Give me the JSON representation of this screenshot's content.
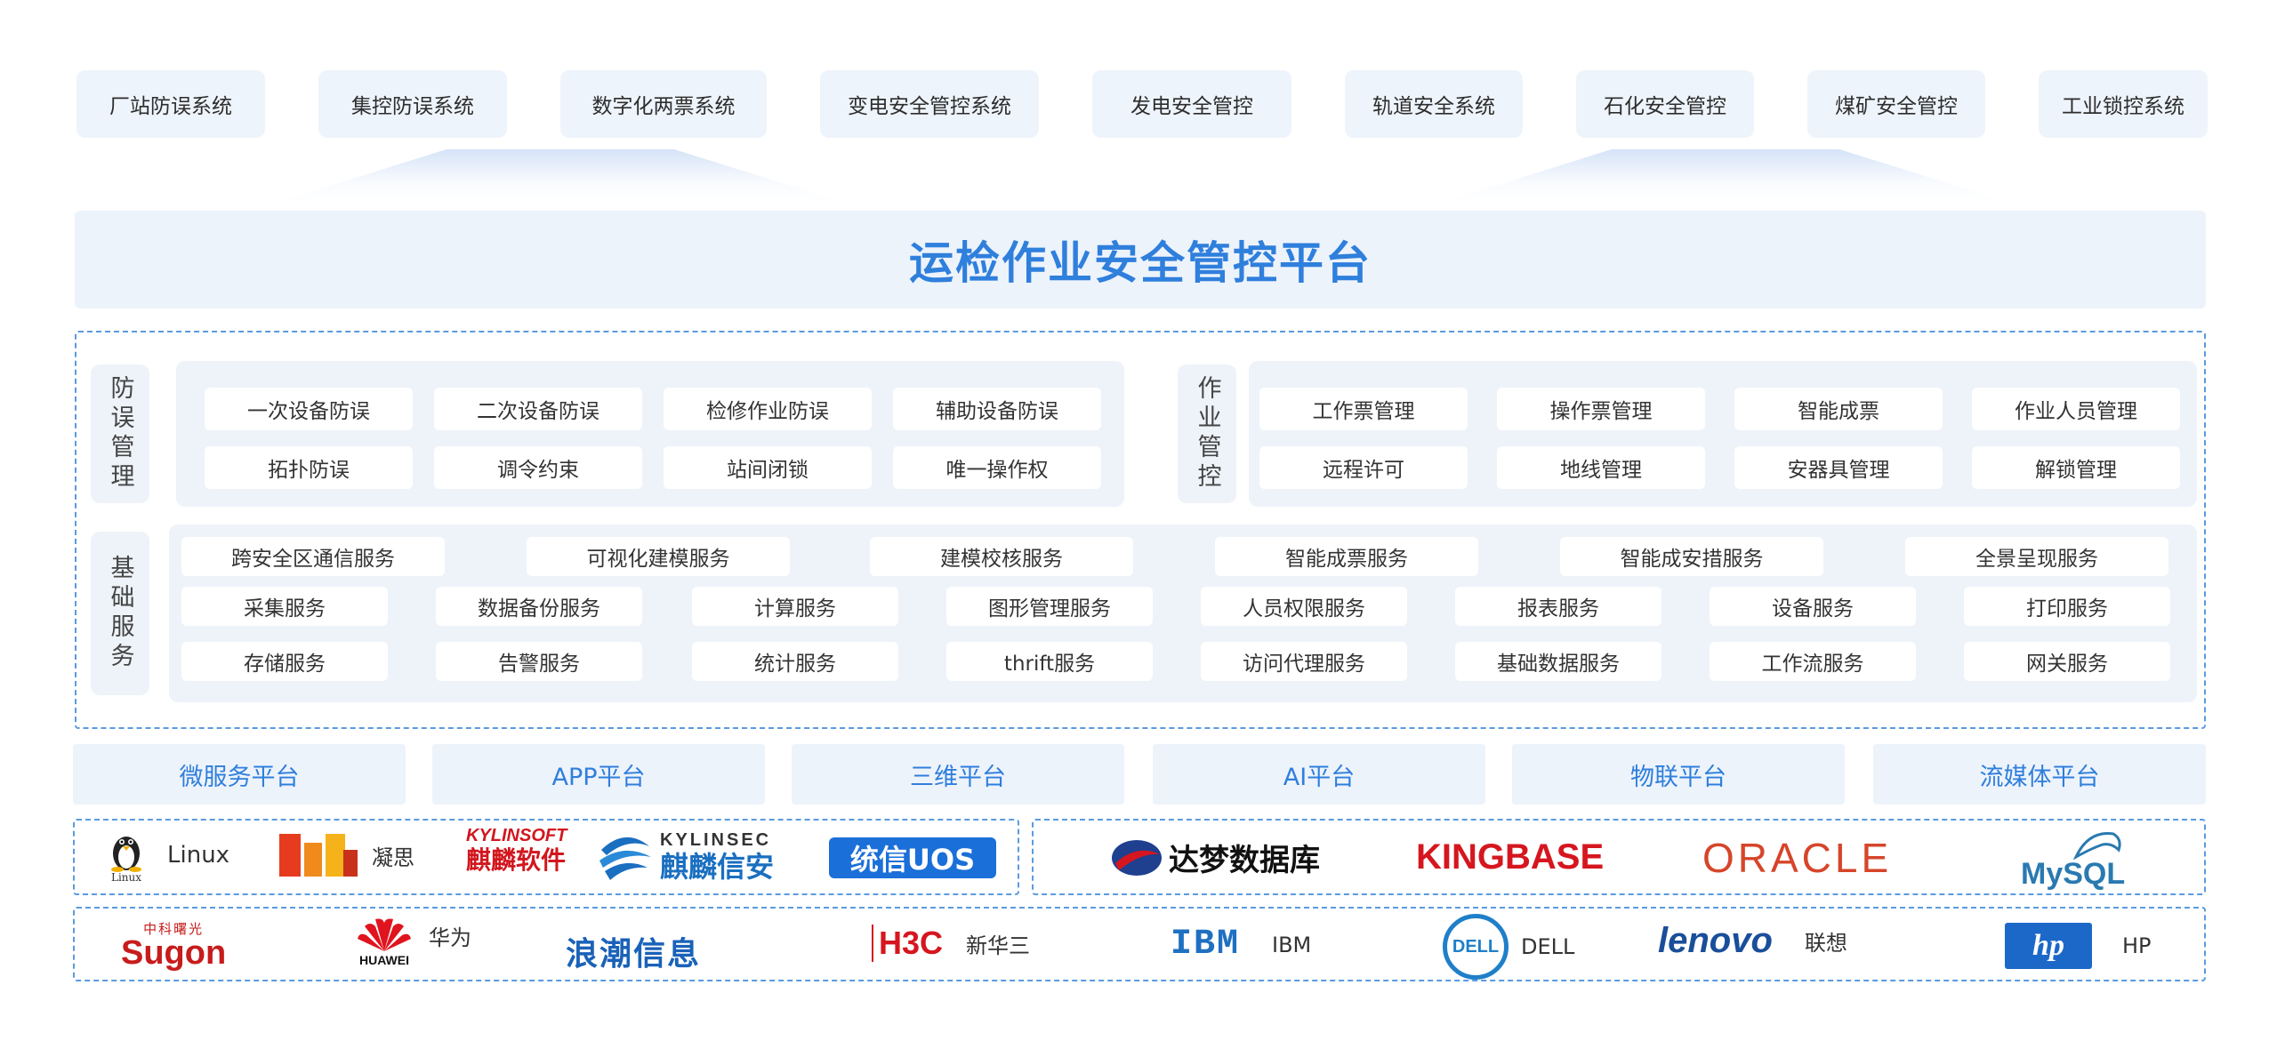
{
  "top_systems": [
    "厂站防误系统",
    "集控防误系统",
    "数字化两票系统",
    "变电安全管控系统",
    "发电安全管控",
    "轨道安全系统",
    "石化安全管控",
    "煤矿安全管控",
    "工业锁控系统"
  ],
  "platform_title": "运检作业安全管控平台",
  "fangwu": {
    "label": "防误管理",
    "items": [
      "一次设备防误",
      "二次设备防误",
      "检修作业防误",
      "辅助设备防误",
      "拓扑防误",
      "调令约束",
      "站间闭锁",
      "唯一操作权"
    ]
  },
  "zuoye": {
    "label": "作业管控",
    "items": [
      "工作票管理",
      "操作票管理",
      "智能成票",
      "作业人员管理",
      "远程许可",
      "地线管理",
      "安器具管理",
      "解锁管理"
    ]
  },
  "jichu": {
    "label": "基础服务",
    "row1": [
      "跨安全区通信服务",
      "可视化建模服务",
      "建模校核服务",
      "智能成票服务",
      "智能成安措服务",
      "全景呈现服务"
    ],
    "row2": [
      "采集服务",
      "数据备份服务",
      "计算服务",
      "图形管理服务",
      "人员权限服务",
      "报表服务",
      "设备服务",
      "打印服务"
    ],
    "row3": [
      "存储服务",
      "告警服务",
      "统计服务",
      "thrift服务",
      "访问代理服务",
      "基础数据服务",
      "工作流服务",
      "网关服务"
    ]
  },
  "platforms": [
    "微服务平台",
    "APP平台",
    "三维平台",
    "AI平台",
    "物联平台",
    "流媒体平台"
  ],
  "os_logos": {
    "linux": "Linux",
    "linux_sub": "Linux",
    "ningsi": "凝思",
    "kylinsoft_en": "KYLINSOFT",
    "kylinsoft_cn": "麒麟软件",
    "kylinsec_en": "KYLINSEC",
    "kylinsec_cn": "麒麟信安",
    "uos": "统信UOS"
  },
  "db_logos": {
    "dameng": "达梦数据库",
    "kingbase": "KINGBASE",
    "oracle": "ORACLE",
    "mysql": "MySQL"
  },
  "hw_logos": {
    "sugon_cn": "中科曙光",
    "sugon": "Sugon",
    "huawei_en": "HUAWEI",
    "huawei": "华为",
    "inspur": "浪潮信息",
    "h3c": "H3C",
    "h3c_cn": "新华三",
    "ibm_logo": "IBM",
    "ibm": "IBM",
    "dell_logo": "DELL",
    "dell": "DELL",
    "lenovo_logo": "lenovo",
    "lenovo": "联想",
    "hp_logo": "hp",
    "hp": "HP"
  },
  "colors": {
    "accent": "#2f7fdc",
    "panel": "#eef3f9",
    "dash": "#5a9ae0"
  }
}
